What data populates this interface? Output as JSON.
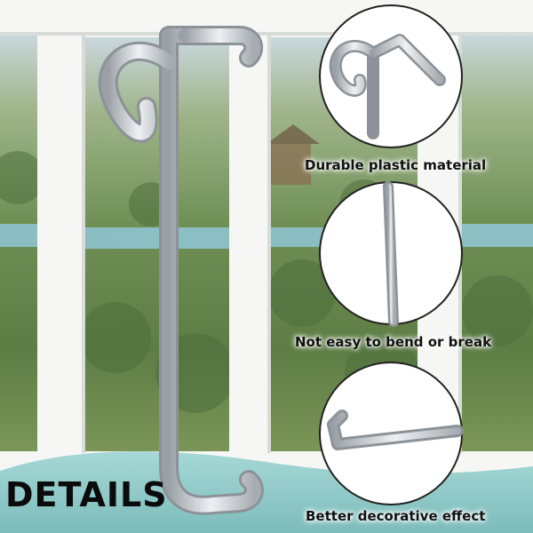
{
  "headline": "DETAILS",
  "features": [
    {
      "caption": "Durable plastic material",
      "icon": "hook-head-closeup"
    },
    {
      "caption": "Not easy to bend or break",
      "icon": "hook-shaft-closeup"
    },
    {
      "caption": "Better decorative effect",
      "icon": "hook-foot-closeup"
    }
  ],
  "colors": {
    "window_frame": "#f4f5f3",
    "glass_foliage": "#7f9a63",
    "sky_tint": "#c9d8dd",
    "pool": "#8fc4cf",
    "wave": "#8cc7c6",
    "text": "#111111"
  }
}
